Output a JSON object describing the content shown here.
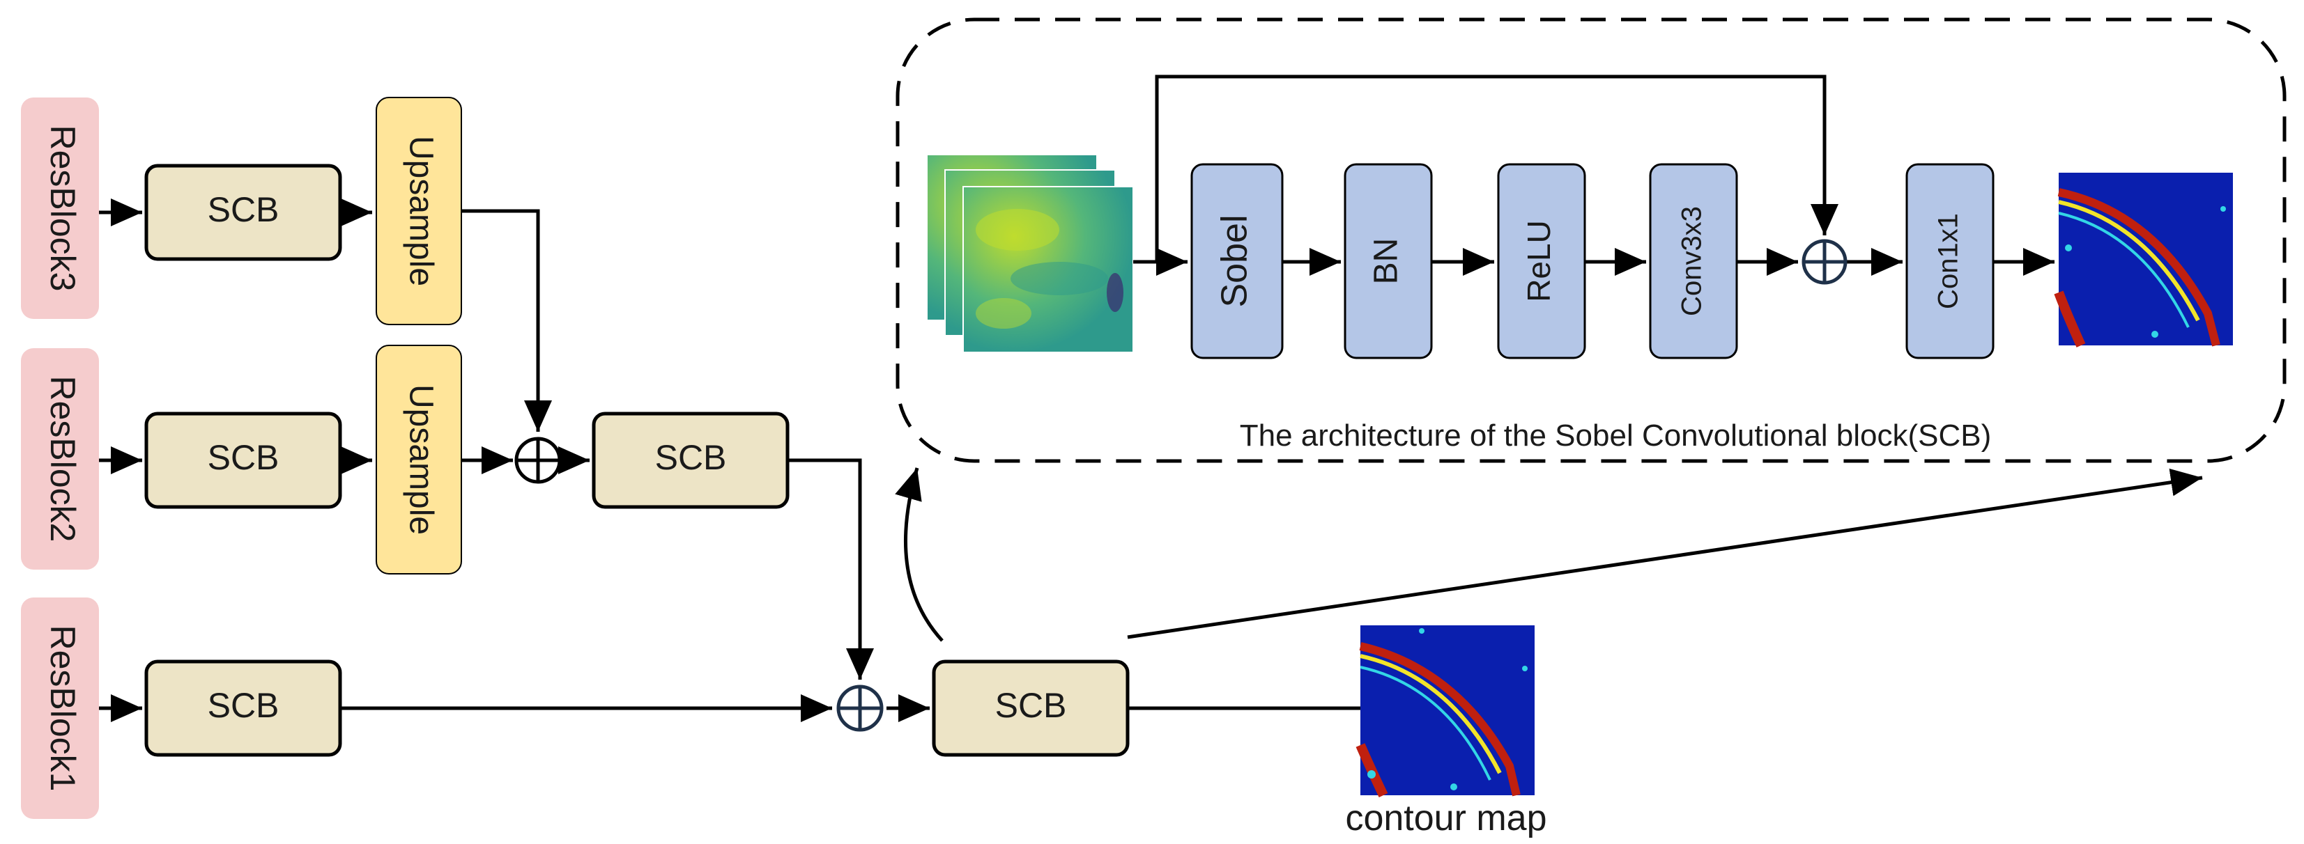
{
  "colors": {
    "resblock_fill": "#f5cccd",
    "scb_fill": "#ede4c6",
    "upsample_fill": "#ffe59a",
    "op_fill": "#b4c6e7",
    "stroke": "#000000",
    "add_stroke": "#1f3149",
    "jet_background": "#0a1fae",
    "jet_edge_red": "#c0200f",
    "jet_edge_yellow": "#f2e42a",
    "jet_edge_cyan": "#33d6e6",
    "viridis_base": "#54b67a",
    "viridis_light": "#bfdc2e",
    "viridis_dark": "#2e9a8c"
  },
  "resblocks": [
    "ResBlock3",
    "ResBlock2",
    "ResBlock1"
  ],
  "scb_label": "SCB",
  "upsample_label": "Upsample",
  "detail_ops": [
    "Sobel",
    "BN",
    "ReLU",
    "Conv3x3",
    "Con1x1"
  ],
  "detail_caption": "The architecture of the Sobel Convolutional block(SCB)",
  "output_caption": "contour map"
}
